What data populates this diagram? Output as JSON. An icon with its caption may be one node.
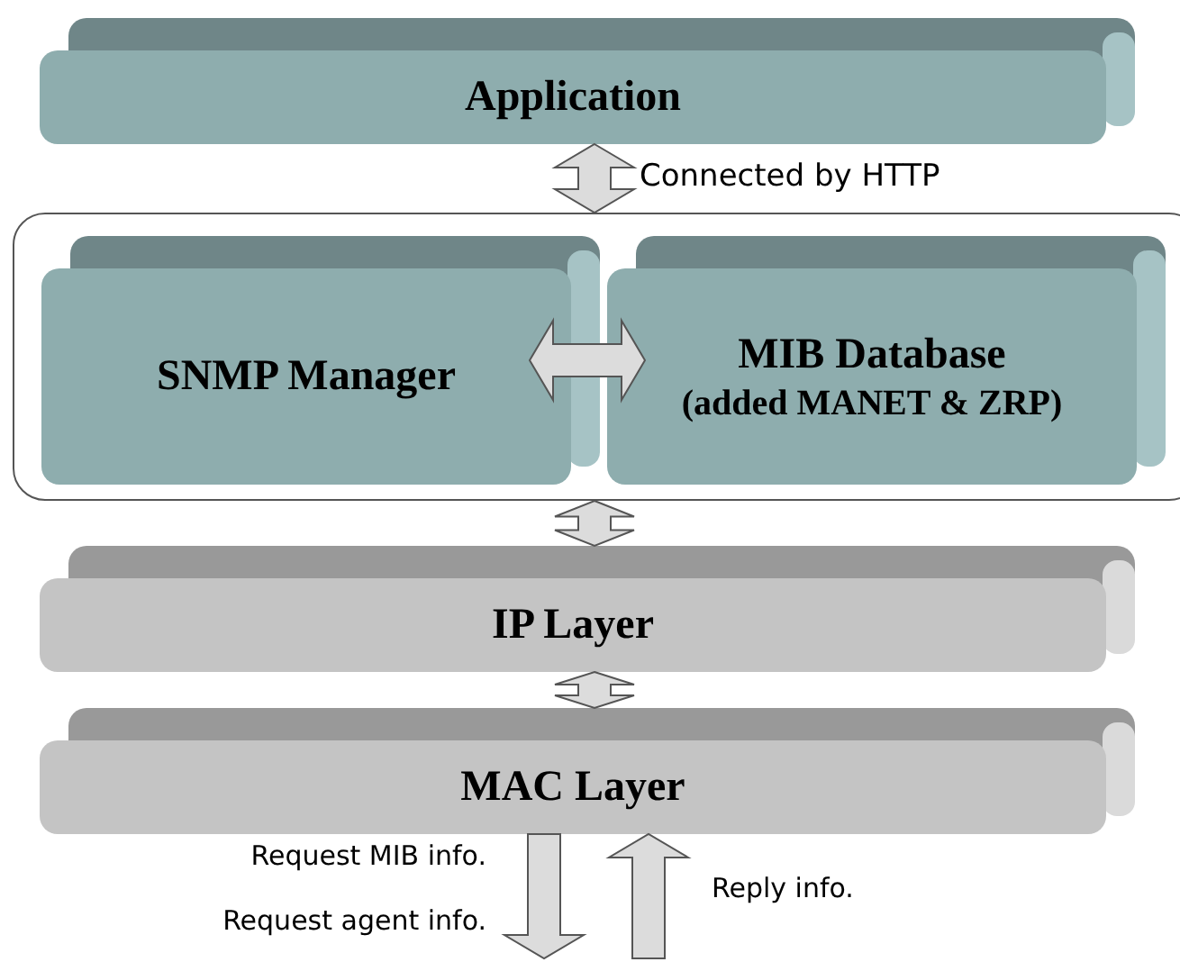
{
  "diagram": {
    "nodes": [
      {
        "text": [
          "Application"
        ]
      },
      {
        "text": [],
        "shape": "box"
      },
      {
        "text": [
          "SNMP Manager"
        ],
        "in": 1
      },
      {
        "text": [
          "MIB Database",
          "(added MANET & ZRP)"
        ],
        "in": 1
      },
      {
        "text": [
          "IP Layer"
        ]
      },
      {
        "text": [
          "MAC Layer"
        ]
      }
    ],
    "edges": [
      {
        "from": 0,
        "to": 1,
        "arrow": "both",
        "label": "Connected by HTTP"
      },
      {
        "from": 2,
        "to": 3,
        "arrow": "both"
      },
      {
        "from": 1,
        "to": 4,
        "arrow": "both"
      },
      {
        "from": 4,
        "to": 5,
        "arrow": "both"
      },
      {
        "from": 5,
        "to": null,
        "arrow": "to"
      },
      {
        "from": null,
        "to": 5,
        "arrow": "to"
      }
    ],
    "labels": [
      "Request MIB info.",
      "Request agent info.",
      "Reply info."
    ]
  }
}
